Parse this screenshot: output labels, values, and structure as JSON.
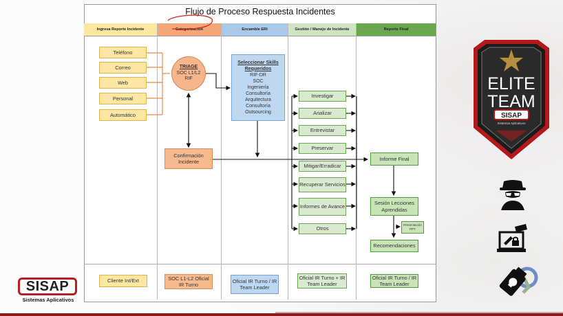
{
  "title": "Flujo de Proceso Respuesta Incidentes",
  "lanes": [
    {
      "label": "Ingresa Reporte Incidente",
      "color": "#fde7a3"
    },
    {
      "label": "Categorización",
      "color": "#f4a877"
    },
    {
      "label": "Encamble ERI",
      "color": "#a9c8ea"
    },
    {
      "label": "Gestión / Manejo de Incidente",
      "color": "#cfe4c2"
    },
    {
      "label": "Reporte Final",
      "color": "#6aa84f"
    }
  ],
  "intake": [
    "Teléfono",
    "Correo",
    "Web",
    "Personal",
    "Automático"
  ],
  "triage": {
    "title": "TRIAGE",
    "line1": "SOC L1/L2",
    "line2": "RIF"
  },
  "confirm": "Confirmación Incidente",
  "skills": {
    "title1": "Seleccionar Skills",
    "title2": "Requeridos",
    "items": [
      "RIF-DR",
      "SOC",
      "Ingeniería",
      "Consultoría",
      "Arquitectura",
      "Consultoría",
      "Outsourcing"
    ]
  },
  "steps": [
    "Investigar",
    "Analizar",
    "Entrevistar",
    "Preservar",
    "Mitigar/Erradicar",
    "Recuperar Servicios",
    "Informes de Avance",
    "Otros"
  ],
  "final": {
    "report": "Informe Final",
    "lessons": "Sesión Lecciones Aprendidas",
    "ppt": "Presentación PPT",
    "recs": "Recomendaciones"
  },
  "roles": [
    "Cliente Int/Ext",
    "SOC L1-L2 Oficial IR Turno",
    "Oficial IR Turno / IR Team Leader",
    "Oficial IR Turno + IR Team Leader",
    "Oficial IR Turno / IR Team Leader"
  ],
  "brand": {
    "sisap": "SISAP",
    "sisap_sub": "Sistemas Aplicativos",
    "elite": "ELITE",
    "team": "TEAM",
    "badge_sisap": "SISAP",
    "badge_sub": "Sistemas Aplicativos"
  }
}
